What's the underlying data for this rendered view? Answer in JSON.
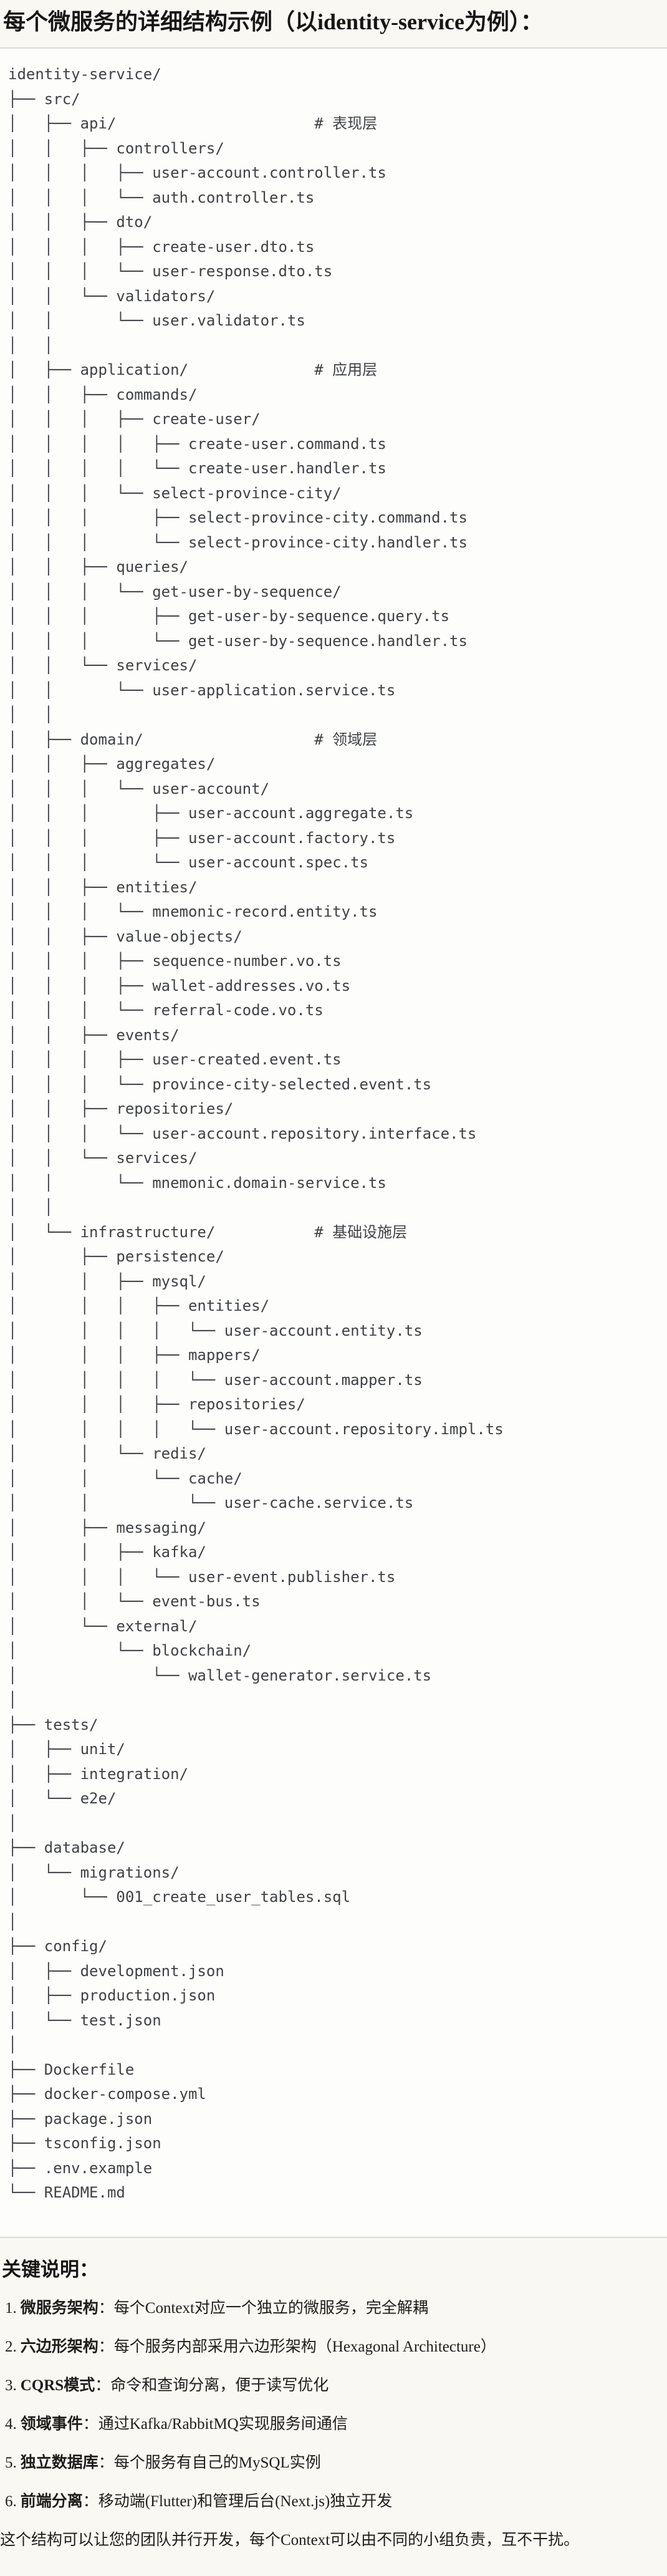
{
  "title": "每个微服务的详细结构示例（以identity-service为例）：",
  "colors": {
    "page_bg": "#f9f8f3",
    "code_bg": "#fdfdfb",
    "divider": "#dcdad3",
    "code_text": "#3f4245",
    "body_text": "#1f1e1b"
  },
  "file_tree": {
    "lines": [
      "identity-service/",
      "├── src/",
      "│   ├── api/                      # 表现层",
      "│   │   ├── controllers/",
      "│   │   │   ├── user-account.controller.ts",
      "│   │   │   └── auth.controller.ts",
      "│   │   ├── dto/",
      "│   │   │   ├── create-user.dto.ts",
      "│   │   │   └── user-response.dto.ts",
      "│   │   └── validators/",
      "│   │       └── user.validator.ts",
      "│   │",
      "│   ├── application/              # 应用层",
      "│   │   ├── commands/",
      "│   │   │   ├── create-user/",
      "│   │   │   │   ├── create-user.command.ts",
      "│   │   │   │   └── create-user.handler.ts",
      "│   │   │   └── select-province-city/",
      "│   │   │       ├── select-province-city.command.ts",
      "│   │   │       └── select-province-city.handler.ts",
      "│   │   ├── queries/",
      "│   │   │   └── get-user-by-sequence/",
      "│   │   │       ├── get-user-by-sequence.query.ts",
      "│   │   │       └── get-user-by-sequence.handler.ts",
      "│   │   └── services/",
      "│   │       └── user-application.service.ts",
      "│   │",
      "│   ├── domain/                   # 领域层",
      "│   │   ├── aggregates/",
      "│   │   │   └── user-account/",
      "│   │   │       ├── user-account.aggregate.ts",
      "│   │   │       ├── user-account.factory.ts",
      "│   │   │       └── user-account.spec.ts",
      "│   │   ├── entities/",
      "│   │   │   └── mnemonic-record.entity.ts",
      "│   │   ├── value-objects/",
      "│   │   │   ├── sequence-number.vo.ts",
      "│   │   │   ├── wallet-addresses.vo.ts",
      "│   │   │   └── referral-code.vo.ts",
      "│   │   ├── events/",
      "│   │   │   ├── user-created.event.ts",
      "│   │   │   └── province-city-selected.event.ts",
      "│   │   ├── repositories/",
      "│   │   │   └── user-account.repository.interface.ts",
      "│   │   └── services/",
      "│   │       └── mnemonic.domain-service.ts",
      "│   │",
      "│   └── infrastructure/           # 基础设施层",
      "│       ├── persistence/",
      "│       │   ├── mysql/",
      "│       │   │   ├── entities/",
      "│       │   │   │   └── user-account.entity.ts",
      "│       │   │   ├── mappers/",
      "│       │   │   │   └── user-account.mapper.ts",
      "│       │   │   ├── repositories/",
      "│       │   │   │   └── user-account.repository.impl.ts",
      "│       │   └── redis/",
      "│       │       └── cache/",
      "│       │           └── user-cache.service.ts",
      "│       ├── messaging/",
      "│       │   ├── kafka/",
      "│       │   │   └── user-event.publisher.ts",
      "│       │   └── event-bus.ts",
      "│       └── external/",
      "│           └── blockchain/",
      "│               └── wallet-generator.service.ts",
      "│",
      "├── tests/",
      "│   ├── unit/",
      "│   ├── integration/",
      "│   └── e2e/",
      "│",
      "├── database/",
      "│   └── migrations/",
      "│       └── 001_create_user_tables.sql",
      "│",
      "├── config/",
      "│   ├── development.json",
      "│   ├── production.json",
      "│   └── test.json",
      "│",
      "├── Dockerfile",
      "├── docker-compose.yml",
      "├── package.json",
      "├── tsconfig.json",
      "├── .env.example",
      "└── README.md"
    ]
  },
  "key_notes": {
    "heading": "关键说明：",
    "items": [
      {
        "num": "1.",
        "term": "微服务架构",
        "desc": "：每个Context对应一个独立的微服务，完全解耦"
      },
      {
        "num": "2.",
        "term": "六边形架构",
        "desc": "：每个服务内部采用六边形架构（Hexagonal Architecture）"
      },
      {
        "num": "3.",
        "term": "CQRS模式",
        "desc": "：命令和查询分离，便于读写优化"
      },
      {
        "num": "4.",
        "term": "领域事件",
        "desc": "：通过Kafka/RabbitMQ实现服务间通信"
      },
      {
        "num": "5.",
        "term": "独立数据库",
        "desc": "：每个服务有自己的MySQL实例"
      },
      {
        "num": "6.",
        "term": "前端分离",
        "desc": "：移动端(Flutter)和管理后台(Next.js)独立开发"
      }
    ]
  },
  "footer": "这个结构可以让您的团队并行开发，每个Context可以由不同的小组负责，互不干扰。"
}
